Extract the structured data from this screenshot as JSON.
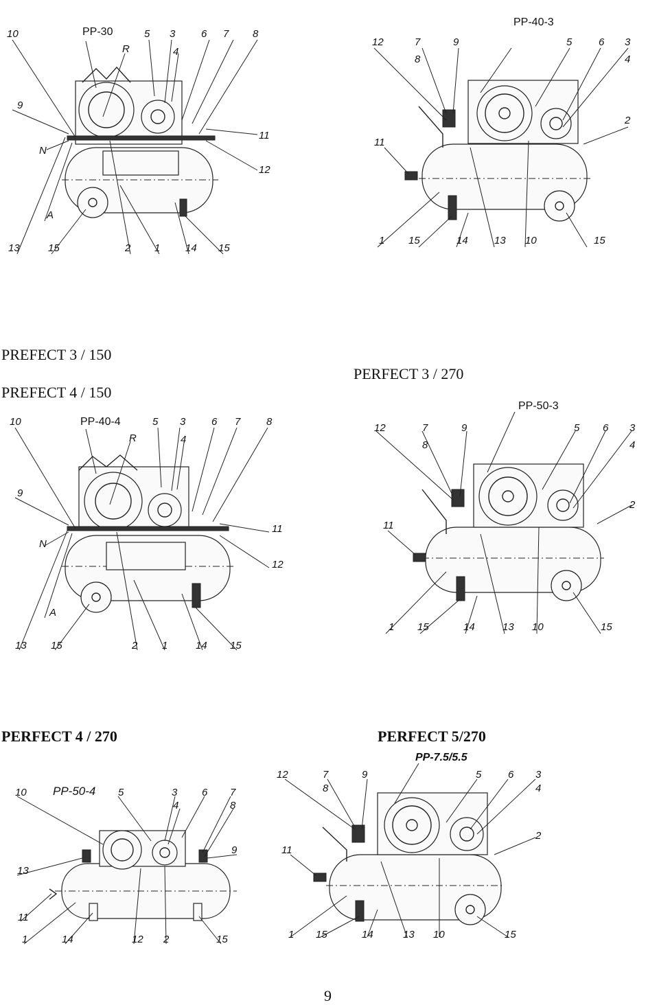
{
  "figures": [
    {
      "id": "d1",
      "model": "PP-30",
      "model_italic": false,
      "labels_top": [
        "10",
        "5",
        "3",
        "6",
        "7",
        "8"
      ],
      "label_R": "R",
      "label_4": "4",
      "labels_left": [
        "9",
        "N",
        "A"
      ],
      "labels_right": [
        "11",
        "12"
      ],
      "labels_bottom": [
        "13",
        "15",
        "2",
        "1",
        "14",
        "15"
      ]
    },
    {
      "id": "d2",
      "model": "PP-40-3",
      "model_italic": false,
      "labels_top": [
        "12",
        "7",
        "9",
        "5",
        "6",
        "3"
      ],
      "label_8": "8",
      "label_4": "4",
      "labels_left": [
        "11"
      ],
      "labels_right": [
        "2"
      ],
      "labels_bottom": [
        "1",
        "15",
        "14",
        "13",
        "10",
        "15"
      ]
    },
    {
      "id": "d3",
      "model": "PP-40-4",
      "model_italic": false,
      "labels_top": [
        "10",
        "5",
        "3",
        "6",
        "7",
        "8"
      ],
      "label_R": "R",
      "label_4": "4",
      "labels_left": [
        "9",
        "N",
        "A"
      ],
      "labels_right": [
        "11",
        "12"
      ],
      "labels_bottom": [
        "13",
        "15",
        "2",
        "1",
        "14",
        "15"
      ]
    },
    {
      "id": "d4",
      "model": "PP-50-3",
      "model_italic": false,
      "labels_top": [
        "12",
        "7",
        "9",
        "5",
        "6",
        "3"
      ],
      "label_8": "8",
      "label_4": "4",
      "labels_left": [
        "11"
      ],
      "labels_right": [
        "2"
      ],
      "labels_bottom": [
        "1",
        "15",
        "14",
        "13",
        "10",
        "15"
      ]
    },
    {
      "id": "d5",
      "model": "PP-50-4",
      "model_italic": true,
      "labels_top": [
        "10",
        "5",
        "3",
        "6",
        "7"
      ],
      "label_4": "4",
      "label_8": "8",
      "labels_left": [
        "13",
        "11"
      ],
      "labels_right": [
        "9"
      ],
      "labels_bottom": [
        "1",
        "14",
        "12",
        "2",
        "15"
      ]
    },
    {
      "id": "d6",
      "model": "PP-7.5/5.5",
      "model_italic": true,
      "labels_top": [
        "12",
        "7",
        "9",
        "5",
        "6",
        "3"
      ],
      "label_8": "8",
      "label_4": "4",
      "labels_left": [
        "11"
      ],
      "labels_right": [
        "2"
      ],
      "labels_bottom": [
        "1",
        "15",
        "14",
        "13",
        "10",
        "15"
      ]
    }
  ],
  "headings": {
    "h1": "PREFECT 3 / 150",
    "h2": "PREFECT 4 / 150",
    "h3": "PERFECT 3 / 270",
    "h4": "PERFECT 4 / 270",
    "h5": "PERFECT 5/270"
  },
  "page_number": "9"
}
